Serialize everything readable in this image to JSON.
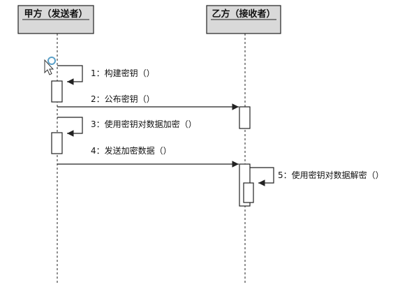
{
  "diagram": {
    "actors": [
      {
        "id": "sender",
        "label": "甲方（发送者）"
      },
      {
        "id": "receiver",
        "label": "乙方（接收者）"
      }
    ],
    "messages": [
      {
        "num": "1",
        "text": "1：构建密钥（）",
        "from": "sender",
        "to": "sender"
      },
      {
        "num": "2",
        "text": "2：公布密钥（）",
        "from": "sender",
        "to": "receiver"
      },
      {
        "num": "3",
        "text": "3：使用密钥对数据加密（）",
        "from": "sender",
        "to": "sender"
      },
      {
        "num": "4",
        "text": "4：发送加密数据（）",
        "from": "sender",
        "to": "receiver"
      },
      {
        "num": "5",
        "text": "5：使用密钥对数据解密（）",
        "from": "receiver",
        "to": "receiver"
      }
    ],
    "colors": {
      "line": "#222222",
      "actor_fill": "#d9d9d9",
      "activation_fill": "#ffffff",
      "cursor_accent": "#5aa0c8"
    }
  }
}
